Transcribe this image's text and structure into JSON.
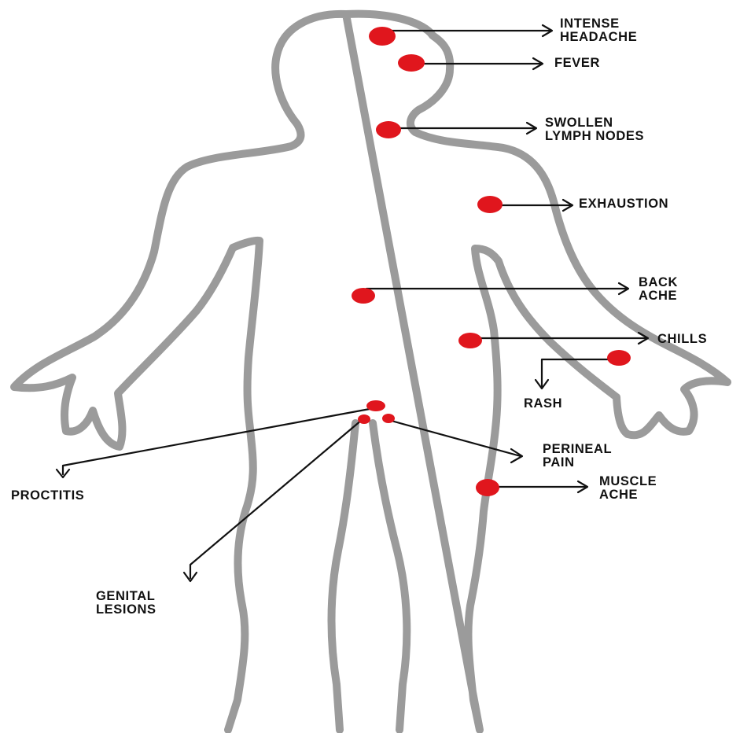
{
  "colors": {
    "outline": "#9b9b9b",
    "dot": "#e0161d",
    "arrow": "#111111",
    "label": "#111111",
    "background": "#ffffff"
  },
  "symptoms": [
    {
      "id": "intense-headache",
      "lines": [
        "INTENSE",
        "HEADACHE"
      ]
    },
    {
      "id": "fever",
      "lines": [
        "FEVER"
      ]
    },
    {
      "id": "swollen-lymph-nodes",
      "lines": [
        "SWOLLEN",
        "LYMPH NODES"
      ]
    },
    {
      "id": "exhaustion",
      "lines": [
        "EXHAUSTION"
      ]
    },
    {
      "id": "back-ache",
      "lines": [
        "BACK",
        "ACHE"
      ]
    },
    {
      "id": "chills",
      "lines": [
        "CHILLS"
      ]
    },
    {
      "id": "rash",
      "lines": [
        "RASH"
      ]
    },
    {
      "id": "perineal-pain",
      "lines": [
        "PERINEAL",
        "PAIN"
      ]
    },
    {
      "id": "muscle-ache",
      "lines": [
        "MUSCLE",
        "ACHE"
      ]
    },
    {
      "id": "proctitis",
      "lines": [
        "PROCTITIS"
      ]
    },
    {
      "id": "genital-lesions",
      "lines": [
        "GENITAL",
        "LESIONS"
      ]
    }
  ]
}
